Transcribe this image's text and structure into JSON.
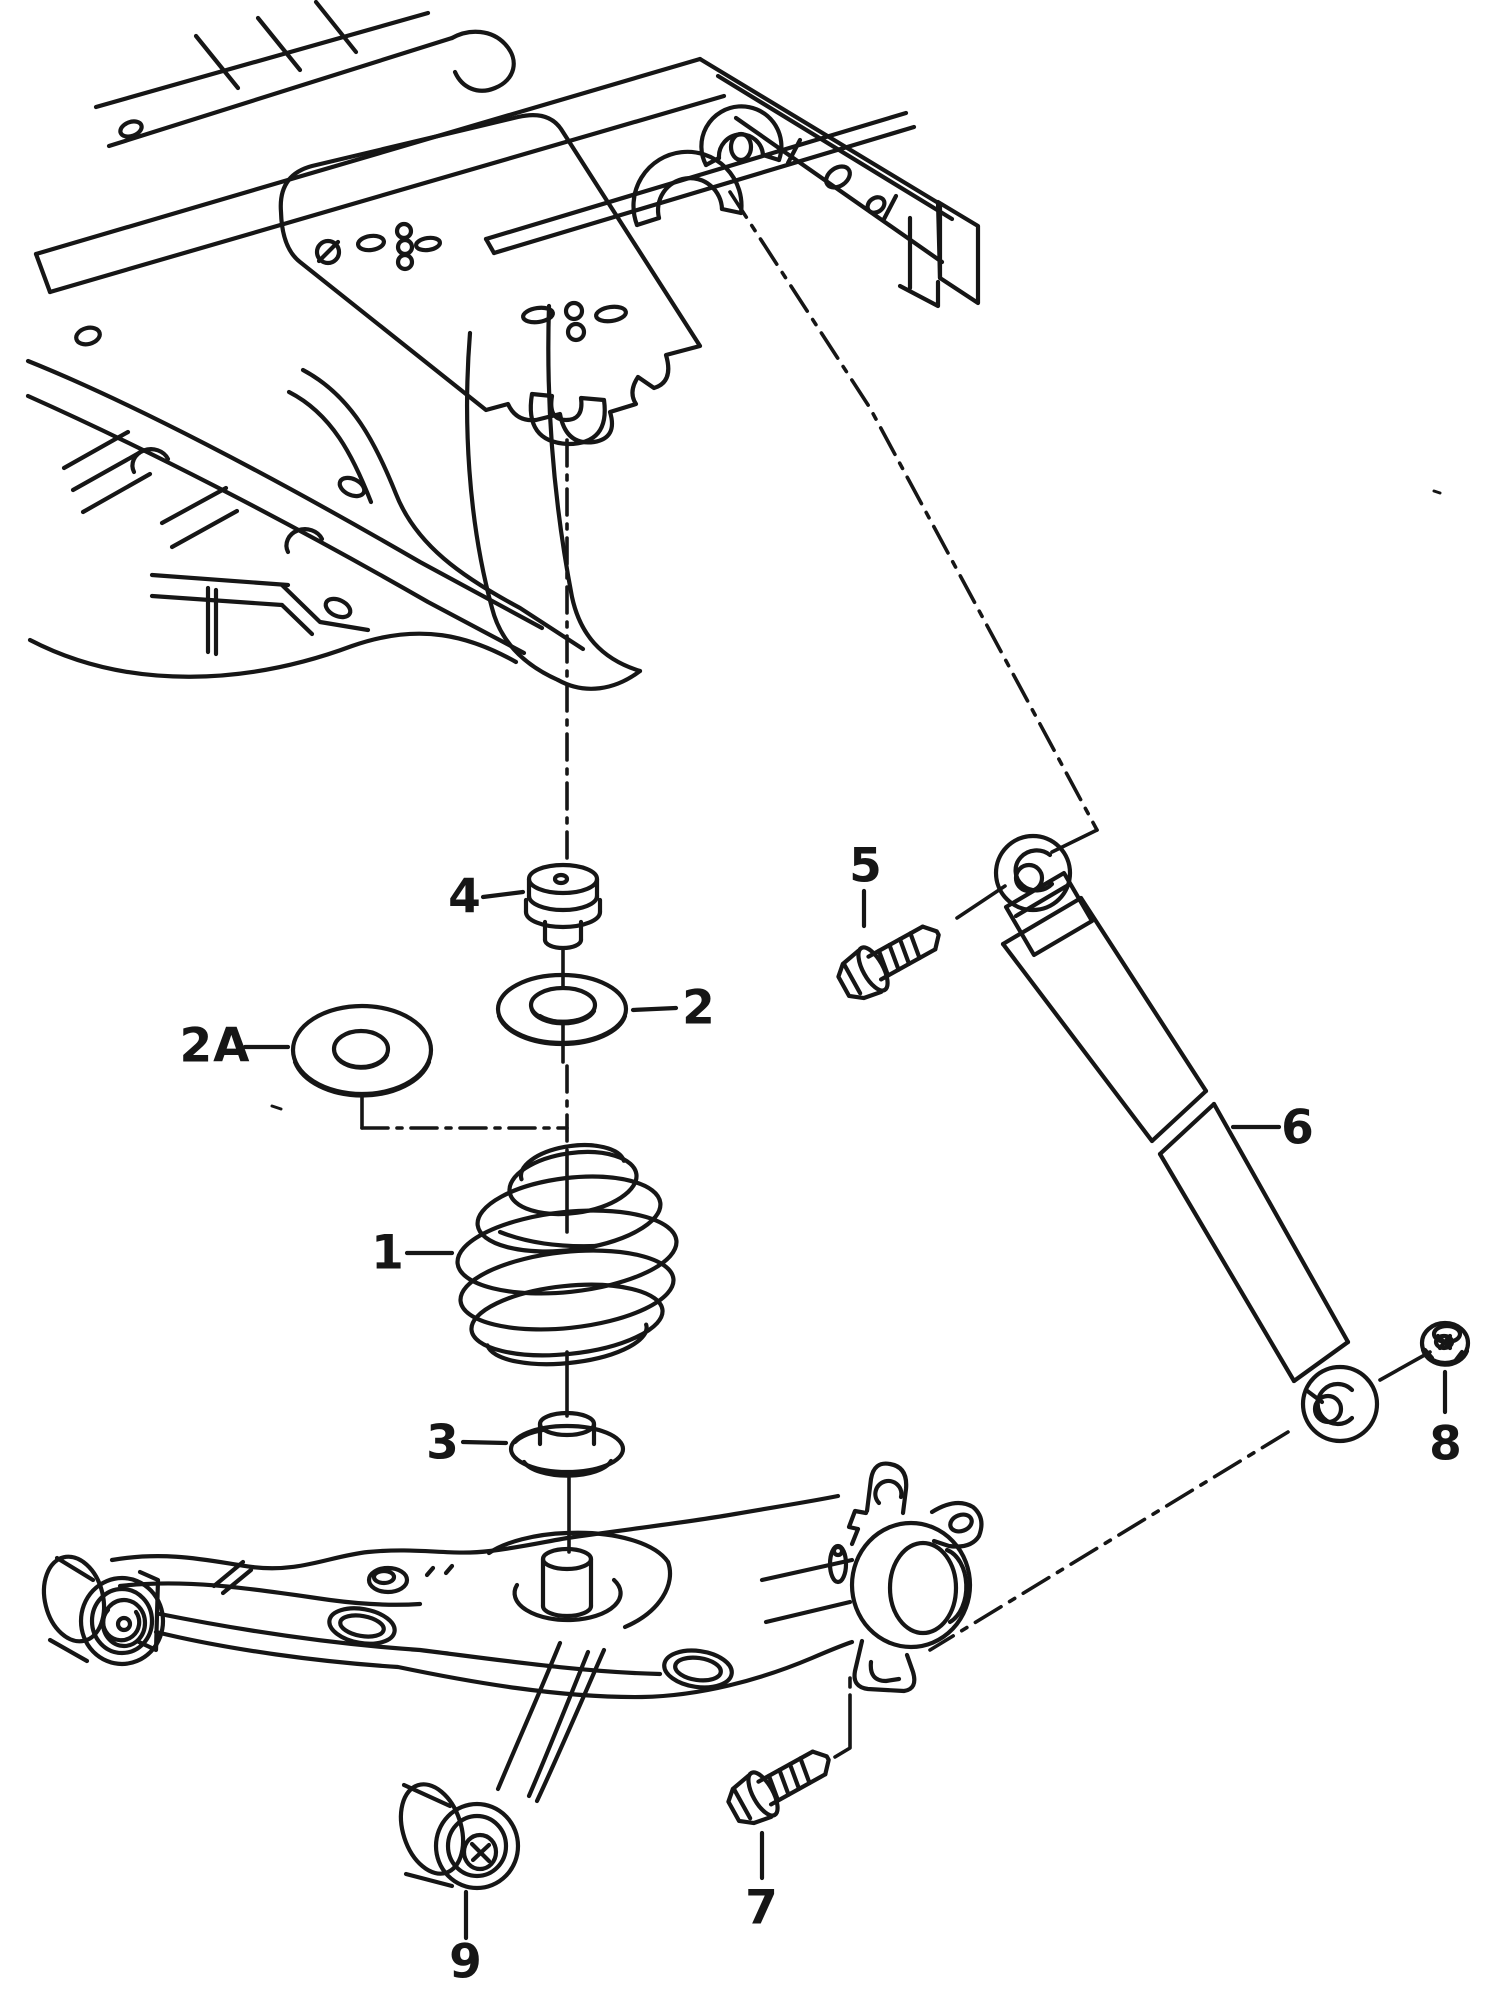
{
  "figure": {
    "background_color": "#ffffff",
    "line_color": "#161616"
  },
  "callouts": {
    "c1": {
      "label": "1"
    },
    "c2": {
      "label": "2"
    },
    "c2a": {
      "label": "2A"
    },
    "c3": {
      "label": "3"
    },
    "c4": {
      "label": "4"
    },
    "c5": {
      "label": "5"
    },
    "c6": {
      "label": "6"
    },
    "c7": {
      "label": "7"
    },
    "c8": {
      "label": "8"
    },
    "c9": {
      "label": "9"
    }
  }
}
